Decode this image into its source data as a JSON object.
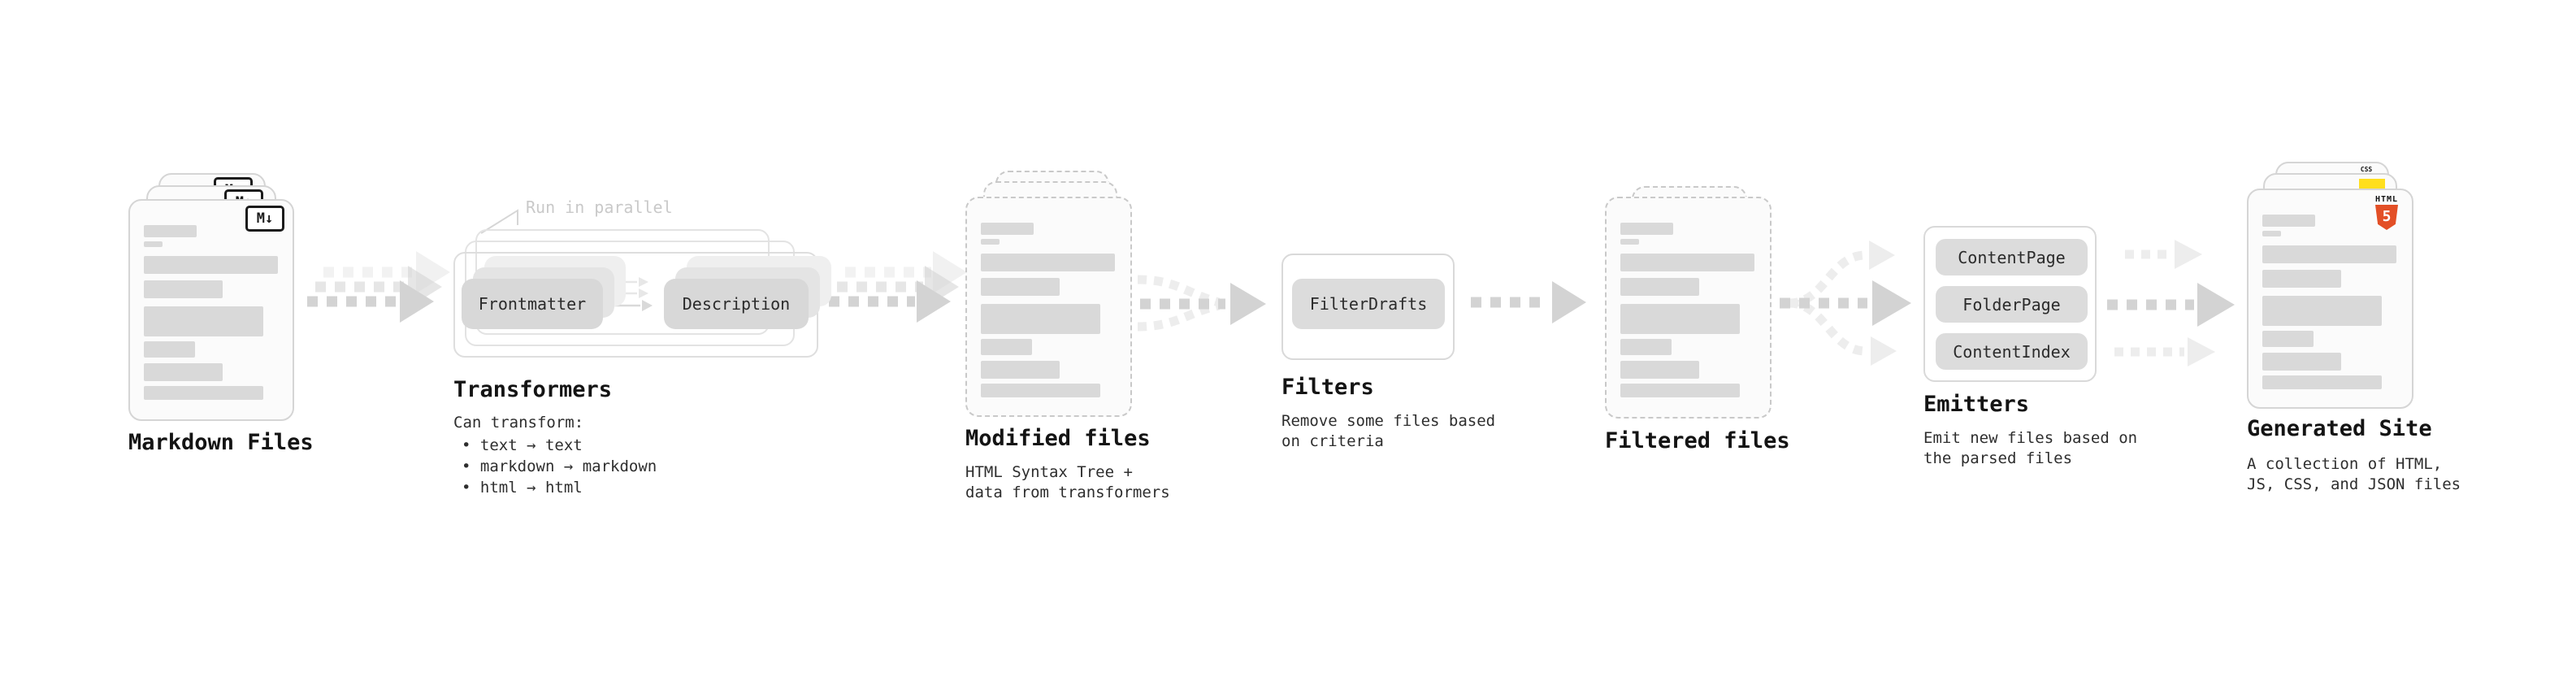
{
  "colors": {
    "accent_html5": "#e34f26",
    "accent_js": "#ffdf1e",
    "accent_css": "#2962ff",
    "arrow_dark": "#d3d3d3",
    "arrow_light": "#ededed",
    "skeleton": "#d9d9d9"
  },
  "nodes": {
    "markdown": {
      "label": "Markdown Files",
      "badge": "M↓"
    },
    "transformers": {
      "label": "Transformers",
      "note": "Run in parallel",
      "pills": [
        "Frontmatter",
        "Description"
      ],
      "sub": [
        "Can transform:"
      ],
      "bullets": [
        "• text → text",
        "• markdown → markdown",
        "• html → html"
      ]
    },
    "modified": {
      "label": "Modified files",
      "sub": [
        "HTML Syntax Tree +",
        "data from transformers"
      ]
    },
    "filters": {
      "label": "Filters",
      "pills": [
        "FilterDrafts"
      ],
      "sub": [
        "Remove some files based",
        "on criteria"
      ]
    },
    "filtered": {
      "label": "Filtered files"
    },
    "emitters": {
      "label": "Emitters",
      "pills": [
        "ContentPage",
        "FolderPage",
        "ContentIndex"
      ],
      "sub": [
        "Emit new files based on",
        "the parsed files"
      ]
    },
    "generated": {
      "label": "Generated Site",
      "sub": [
        "A collection of HTML,",
        "JS, CSS, and JSON files"
      ],
      "badges": {
        "css": "CSS",
        "html_text": "HTML",
        "html_num": "5"
      }
    }
  }
}
